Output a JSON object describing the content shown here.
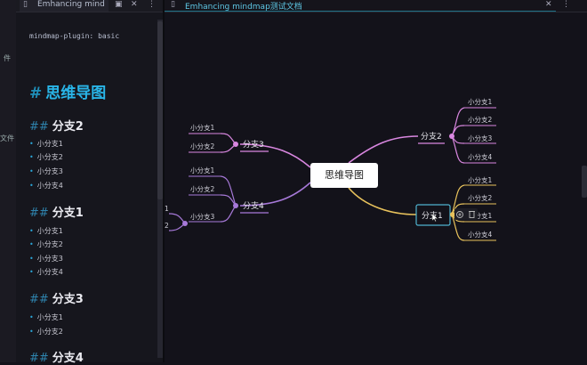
{
  "left_pane": {
    "tab_title": "Emhancing mindm",
    "sidebar_marks": [
      "件",
      "文件"
    ],
    "code_line": "mindmap-plugin: basic",
    "h1": "思维导图",
    "hash": "#",
    "hash2": "##",
    "sections": [
      {
        "heading": "分支2",
        "items": [
          "小分支1",
          "小分支2",
          "小分支3",
          "小分支4"
        ]
      },
      {
        "heading": "分支1",
        "items": [
          "小分支1",
          "小分支2",
          "小分支3",
          "小分支4"
        ]
      },
      {
        "heading": "分支3",
        "items": [
          "小分支1",
          "小分支2"
        ]
      },
      {
        "heading": "分支4",
        "items": []
      }
    ]
  },
  "right_pane": {
    "tab_title": "Emhancing mindmap测试文档",
    "more_icon": "⋮"
  },
  "mindmap": {
    "root": "思维导图",
    "colors": {
      "branch2": "#d987e0",
      "branch1": "#e8c25c",
      "branch3": "#d987e0",
      "branch4": "#a779d9",
      "selected_border": "#4fb3cf"
    },
    "branch2": {
      "label": "分支2",
      "leaves": [
        "小分支1",
        "小分支2",
        "小分支3",
        "小分支4"
      ]
    },
    "branch1": {
      "label": "分支1",
      "leaves": [
        "小分支1",
        "小分支2",
        "小分支1",
        "小分支4"
      ]
    },
    "branch3": {
      "label": "分支3",
      "leaves": [
        "小分支1",
        "小分支2"
      ]
    },
    "branch4": {
      "label": "分支4",
      "leaves": [
        "小分支1",
        "小分支2",
        "小分支3"
      ]
    },
    "branch4_sub_leaves": [
      "1",
      "2"
    ]
  }
}
